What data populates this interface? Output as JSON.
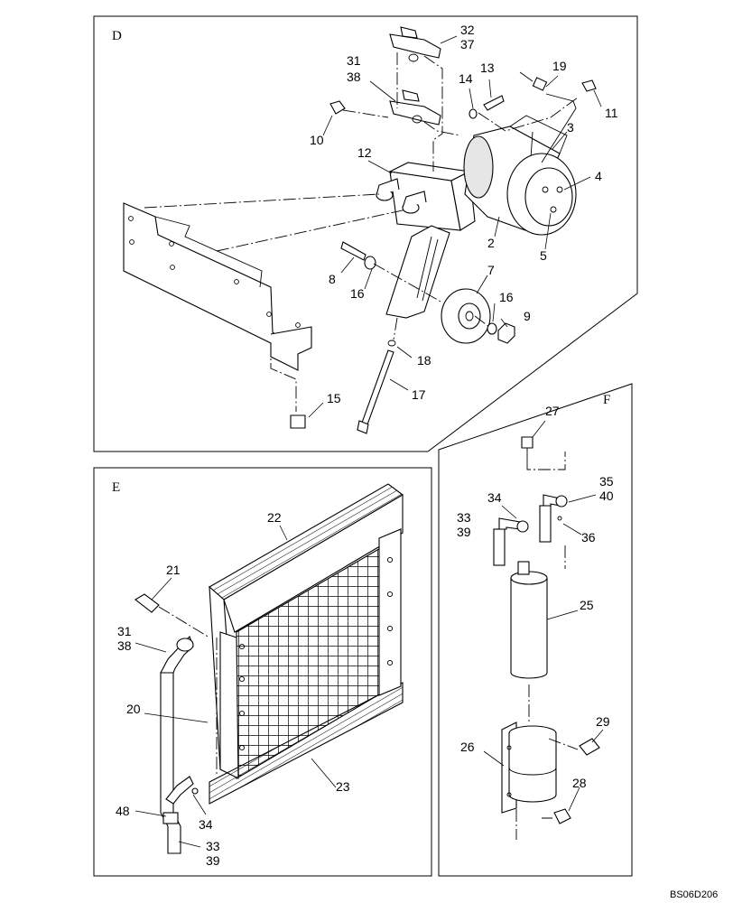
{
  "panels": {
    "D": {
      "letter": "D",
      "callouts": {
        "c2": "2",
        "c3": "3",
        "c4": "4",
        "c5": "5",
        "c7": "7",
        "c8": "8",
        "c9": "9",
        "c10": "10",
        "c11": "11",
        "c12": "12",
        "c13": "13",
        "c14": "14",
        "c15": "15",
        "c16a": "16",
        "c16b": "16",
        "c17": "17",
        "c18": "18",
        "c19": "19",
        "c31": "31",
        "c38": "38",
        "c32": "32",
        "c37": "37"
      }
    },
    "E": {
      "letter": "E",
      "callouts": {
        "c20": "20",
        "c21": "21",
        "c22": "22",
        "c23": "23",
        "c31": "31",
        "c38": "38",
        "c34": "34",
        "c48": "48",
        "c33": "33",
        "c39": "39"
      }
    },
    "F": {
      "letter": "F",
      "callouts": {
        "c25": "25",
        "c26": "26",
        "c27": "27",
        "c28": "28",
        "c29": "29",
        "c33": "33",
        "c39": "39",
        "c34": "34",
        "c35": "35",
        "c40": "40",
        "c36": "36"
      }
    }
  },
  "drawing_code": "BS06D206"
}
